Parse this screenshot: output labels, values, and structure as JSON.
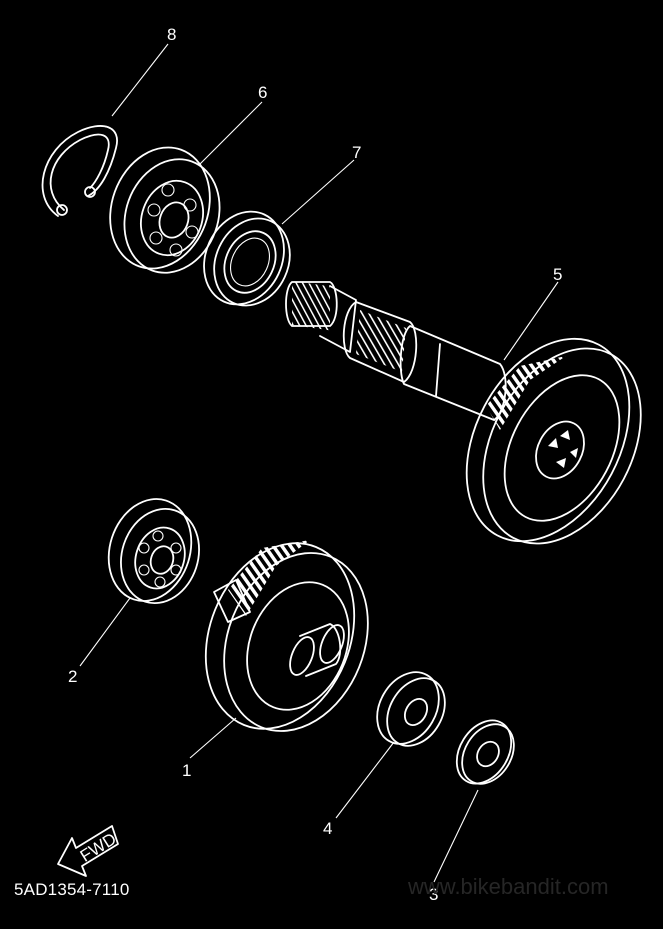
{
  "diagram": {
    "part_code": "5AD1354-7110",
    "watermark": "www.bikebandit.com",
    "fwd_label": "FWD",
    "callouts": [
      "1",
      "2",
      "3",
      "4",
      "5",
      "6",
      "7",
      "8"
    ]
  }
}
